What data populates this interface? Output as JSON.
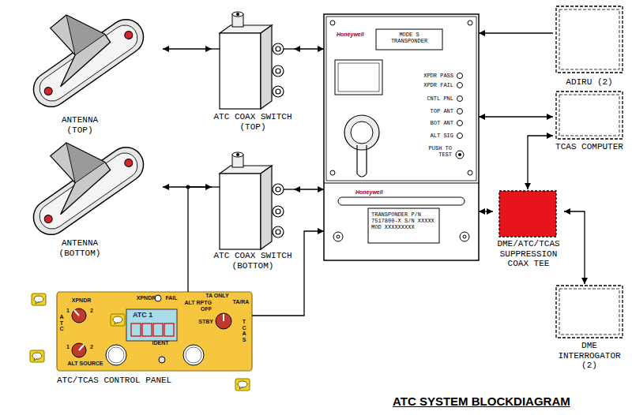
{
  "diagram": {
    "title": "ATC SYSTEM BLOCKDIAGRAM",
    "nodes": [
      {
        "text": [
          "ANTENNA (TOP)"
        ]
      },
      {
        "text": [
          "ANTENNA (BOTTOM)"
        ]
      },
      {
        "text": [
          "ATC COAX SWITCH (TOP)"
        ]
      },
      {
        "text": [
          "ATC COAX SWITCH (BOTTOM)"
        ]
      },
      {
        "text": [
          "Honeywell",
          "MODE S TRANSPONDER",
          "XPDR PASS",
          "XPDR FAIL",
          "CNTL PNL",
          "TOP ANT",
          "BOT ANT",
          "ALT SIG",
          "PUSH TO TEST",
          "Honeywell",
          "TRANSPONDER P/N 7517800-X S/N XXXXX MOD XXXXXXXXX"
        ]
      },
      {
        "text": [
          "ADIRU (2)"
        ]
      },
      {
        "text": [
          "TCAS COMPUTER"
        ]
      },
      {
        "text": [
          "DME/ATC/TCAS SUPPRESSION COAX TEE"
        ]
      },
      {
        "text": [
          "DME INTERROGATOR (2)"
        ]
      },
      {
        "text": [
          "ATC/TCAS CONTROL PANEL",
          "XPNDR",
          "1",
          "2",
          "ATC",
          "XPNDR",
          "FAIL",
          "ATC 1",
          "ALT RPTG OFF",
          "TA ONLY",
          "TA/RA",
          "STBY",
          "TCAS",
          "IDENT",
          "1",
          "2",
          "ALT SOURCE"
        ]
      }
    ],
    "edges": [
      {
        "from": 0,
        "to": 2,
        "arrow": "both"
      },
      {
        "from": 1,
        "to": 3,
        "arrow": "both"
      },
      {
        "from": 2,
        "to": 4,
        "arrow": "both"
      },
      {
        "from": 3,
        "to": 4,
        "arrow": "both"
      },
      {
        "from": 9,
        "to": 3,
        "arrow": "none"
      },
      {
        "from": 9,
        "to": 4,
        "arrow": "to"
      },
      {
        "from": 5,
        "to": 4,
        "arrow": "to"
      },
      {
        "from": 6,
        "to": 4,
        "arrow": "both"
      },
      {
        "from": 6,
        "to": 7,
        "arrow": "both"
      },
      {
        "from": 4,
        "to": 7,
        "arrow": "both"
      },
      {
        "from": 7,
        "to": 8,
        "arrow": "both"
      }
    ]
  }
}
